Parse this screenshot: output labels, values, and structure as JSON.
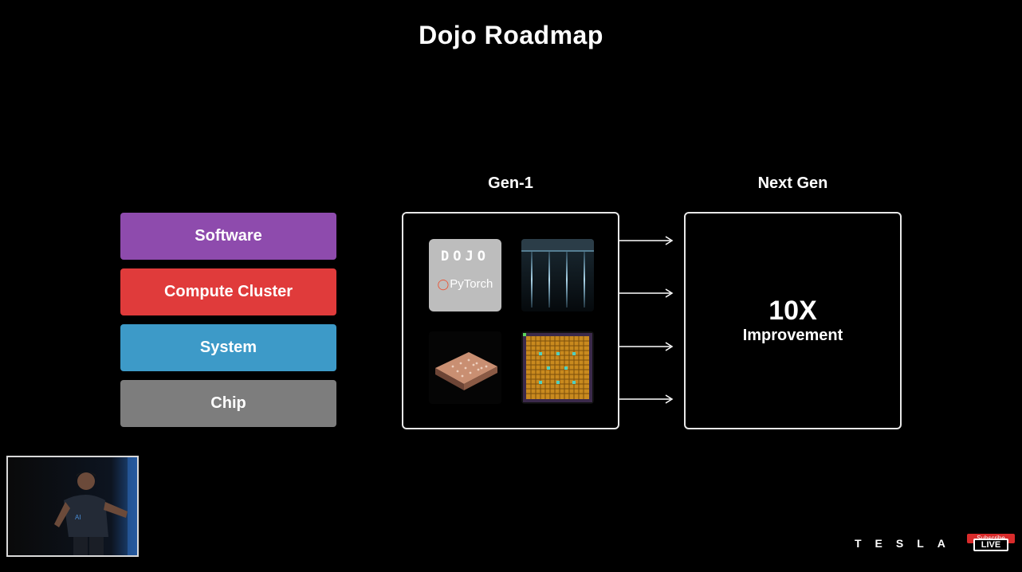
{
  "title": "Dojo Roadmap",
  "stack": {
    "layers": [
      {
        "label": "Software",
        "color": "#8e4bad"
      },
      {
        "label": "Compute Cluster",
        "color": "#e03b3b"
      },
      {
        "label": "System",
        "color": "#3d9ac8"
      },
      {
        "label": "Chip",
        "color": "#7d7d7d"
      }
    ]
  },
  "gen1": {
    "heading": "Gen-1",
    "software_tile": {
      "brand": "DOJO",
      "framework": "PyTorch"
    }
  },
  "next_gen": {
    "heading": "Next Gen",
    "multiplier": "10X",
    "label": "Improvement"
  },
  "footer": {
    "brand": "TESLA",
    "live_badge": "LIVE",
    "subscribe": "Subscribe"
  }
}
